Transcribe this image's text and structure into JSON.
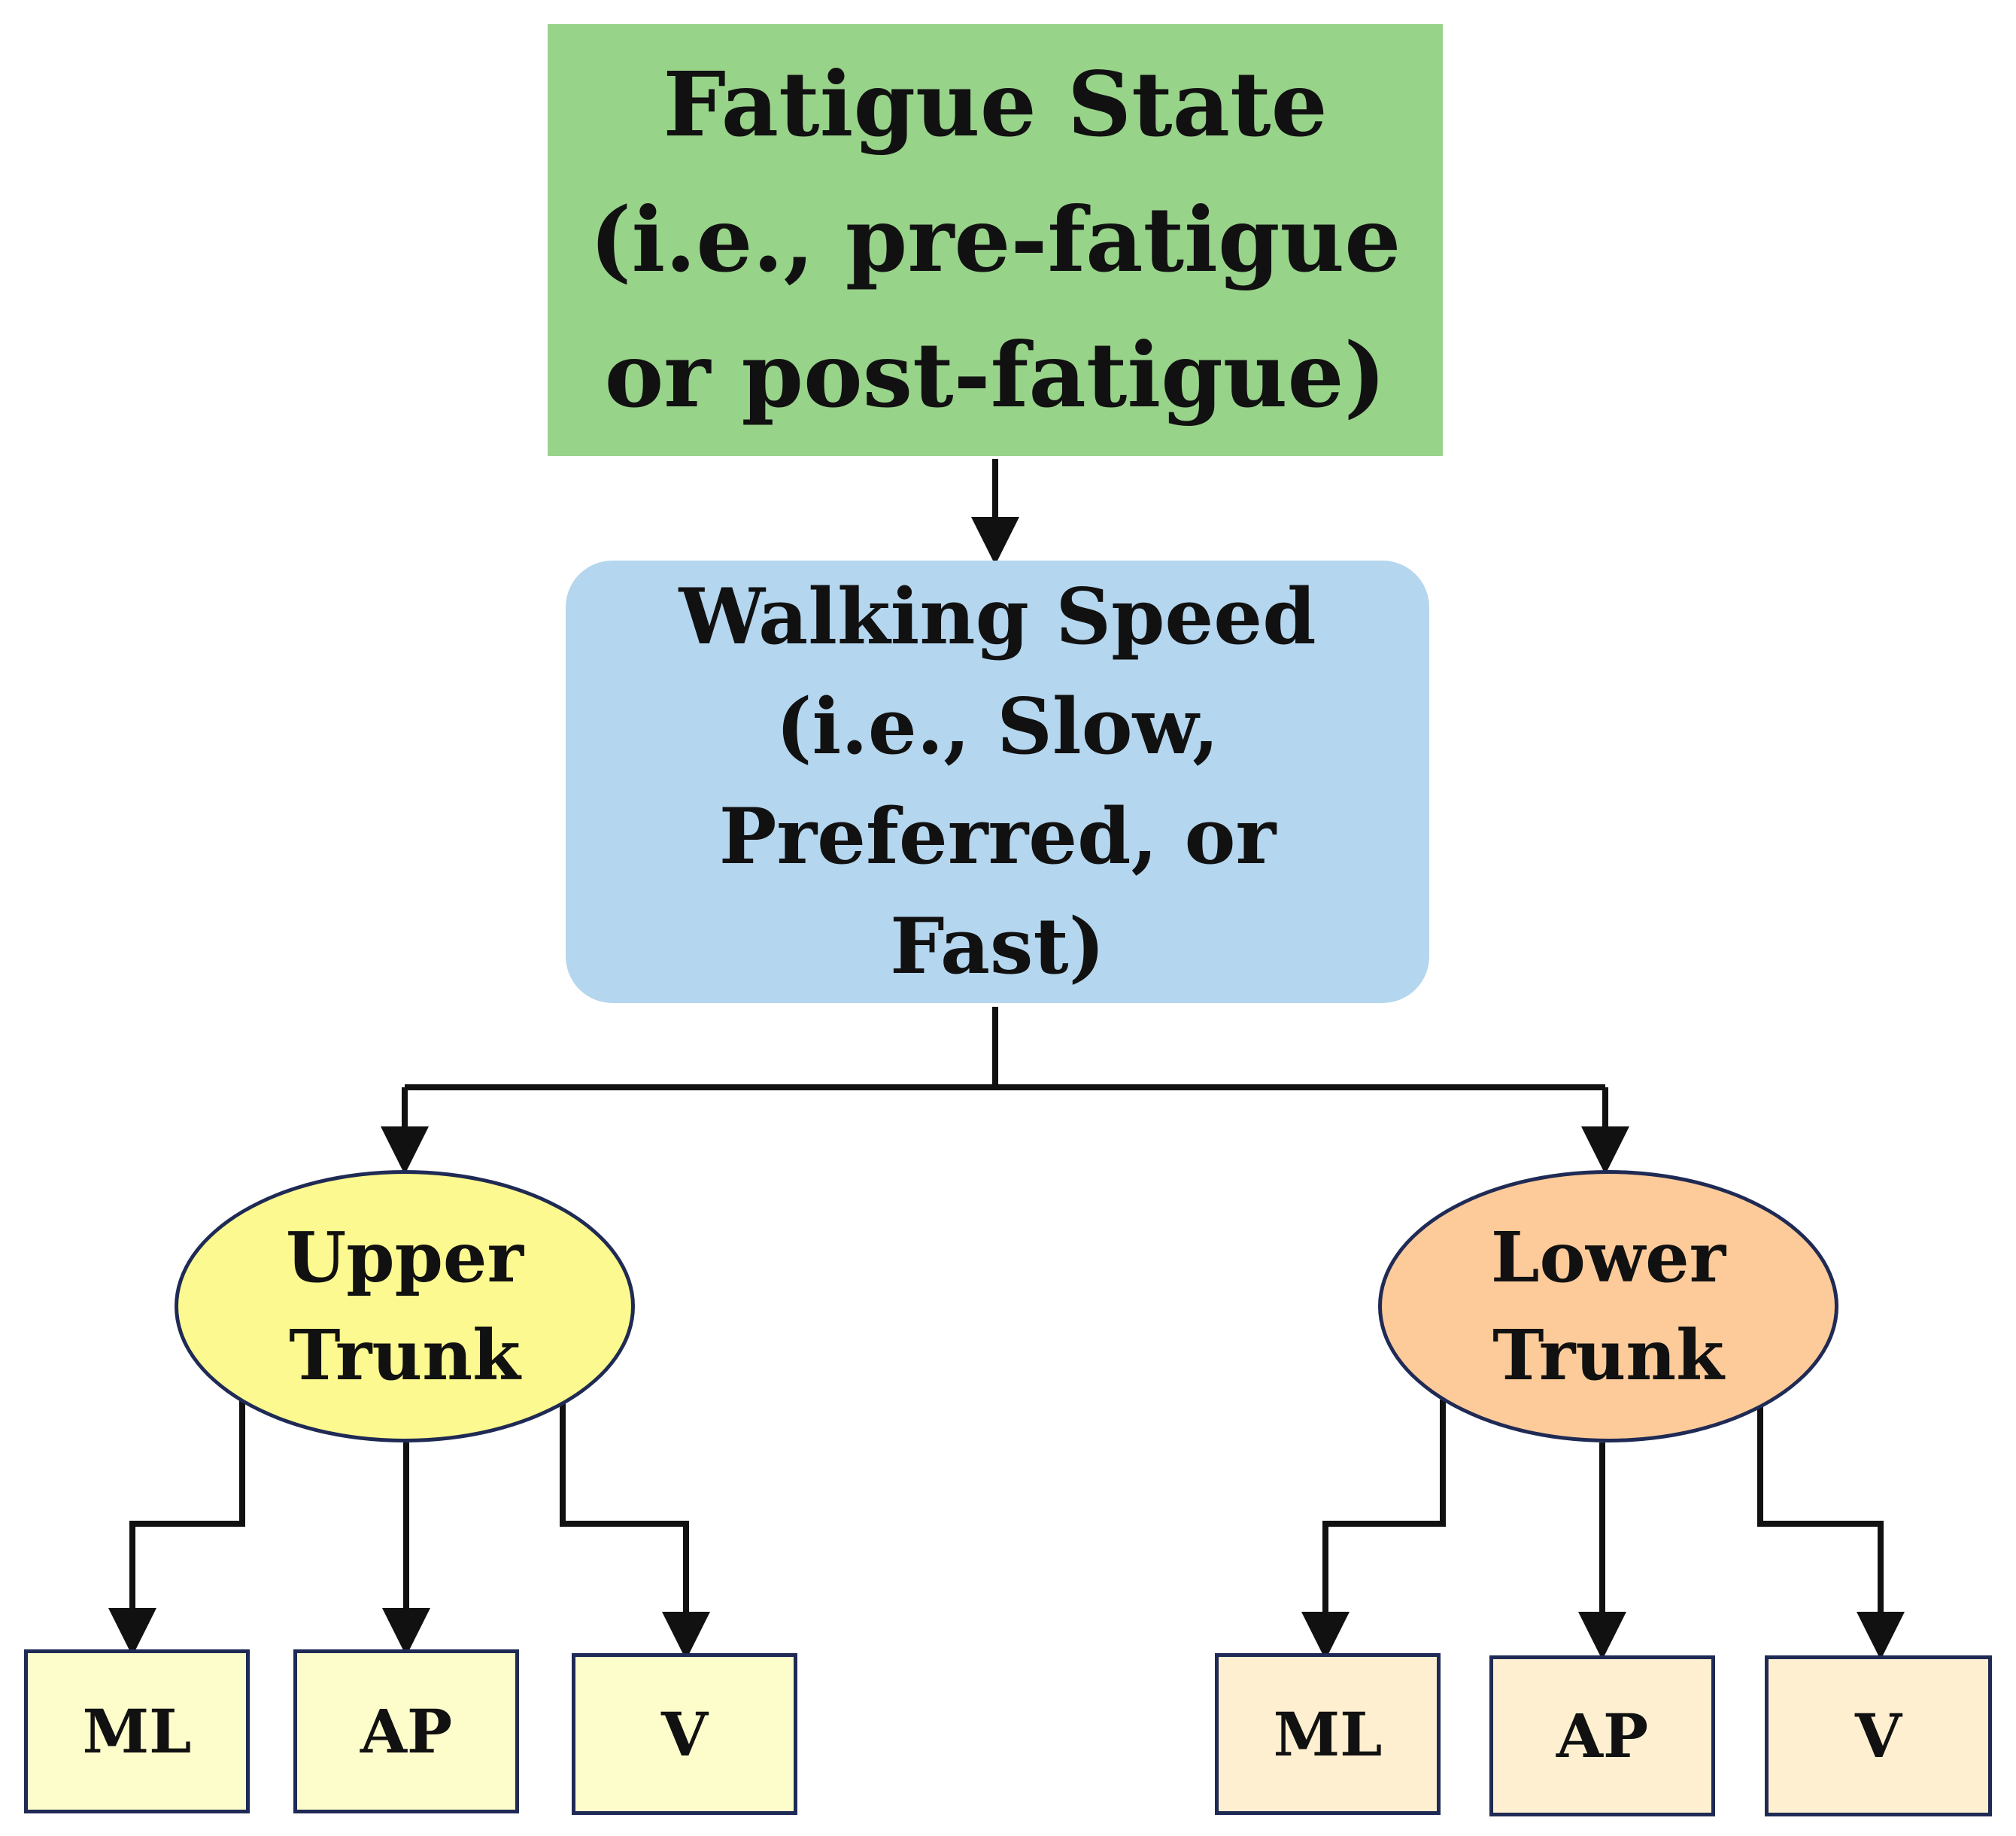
{
  "fatigue_state": {
    "title": "Fatigue State",
    "line2": "(i.e., pre-fatigue",
    "line3": "or post-fatigue)"
  },
  "walking_speed": {
    "line1": "Walking Speed",
    "line2": "(i.e., Slow,",
    "line3": "Preferred, or",
    "line4": "Fast)"
  },
  "upper_trunk": {
    "line1": "Upper",
    "line2": "Trunk",
    "axes": [
      "ML",
      "AP",
      "V"
    ]
  },
  "lower_trunk": {
    "line1": "Lower",
    "line2": "Trunk",
    "axes": [
      "ML",
      "AP",
      "V"
    ]
  },
  "colors": {
    "fatigue_fill": "#98d38a",
    "speed_fill": "#b4d6ee",
    "upper_fill": "#fbf98f",
    "lower_fill": "#fdcb9a",
    "upper_axis_fill": "#fdfccb",
    "lower_axis_fill": "#fdefd0",
    "outline": "#1f2a55",
    "arrow": "#111111"
  }
}
